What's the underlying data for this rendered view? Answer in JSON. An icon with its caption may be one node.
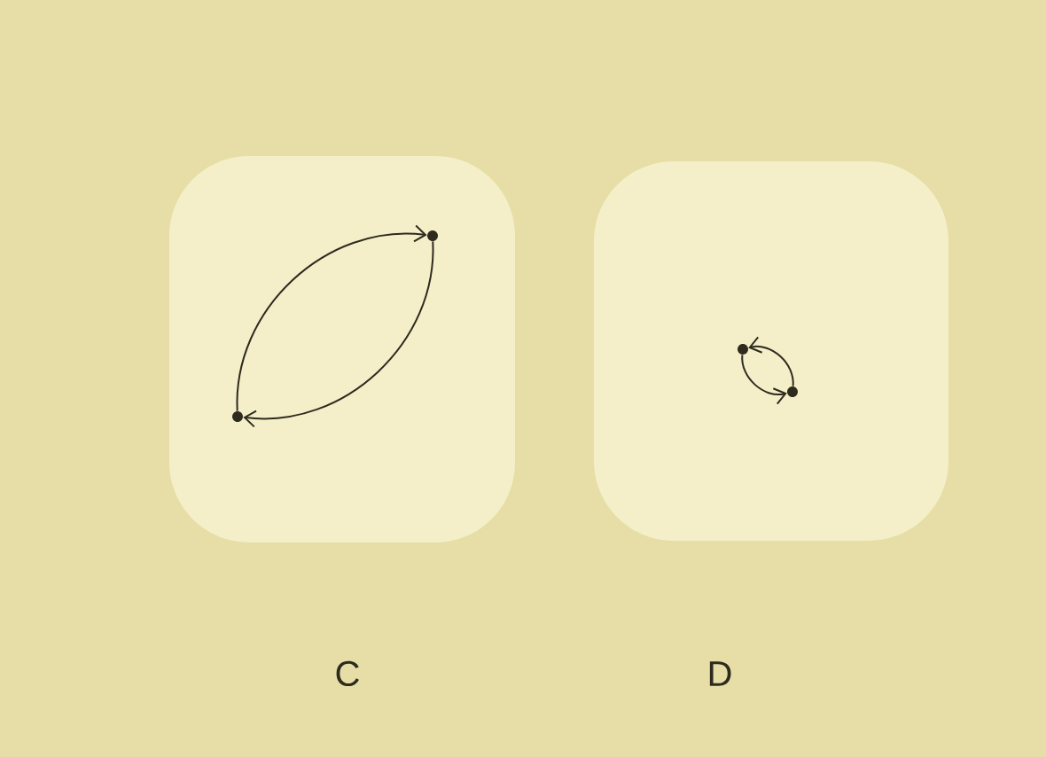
{
  "diagram": {
    "nodes": [
      {
        "text": [
          "C"
        ]
      },
      {
        "text": [],
        "shape": "circle",
        "in": 0
      },
      {
        "text": [],
        "shape": "circle",
        "in": 0
      },
      {
        "text": [
          "D"
        ]
      },
      {
        "text": [],
        "shape": "circle",
        "in": 3
      },
      {
        "text": [],
        "shape": "circle",
        "in": 3
      }
    ],
    "edges": [
      {
        "from": 1,
        "to": 2,
        "arrow": "to"
      },
      {
        "from": 2,
        "to": 1,
        "arrow": "to"
      },
      {
        "from": 4,
        "to": 5,
        "arrow": "to"
      },
      {
        "from": 5,
        "to": 4,
        "arrow": "to"
      }
    ]
  }
}
